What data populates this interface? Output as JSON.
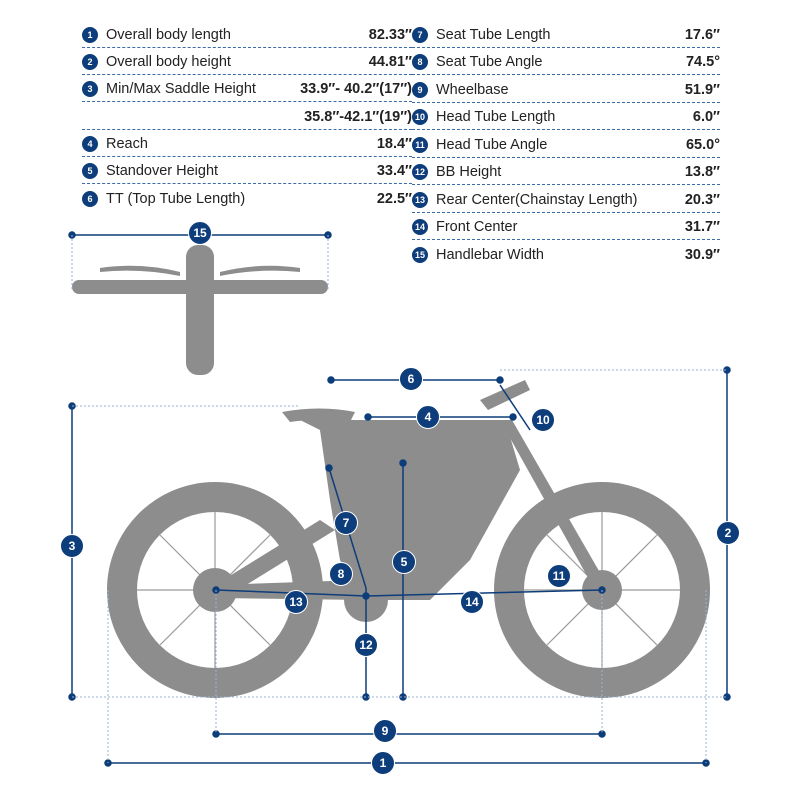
{
  "specs_left": [
    {
      "num": "1",
      "label": "Overall body length",
      "value": "82.33″"
    },
    {
      "num": "2",
      "label": "Overall body height",
      "value": "44.81″"
    },
    {
      "num": "3",
      "label": "Min/Max Saddle Height",
      "value": "33.9″- 40.2″(17″)"
    },
    {
      "num": "",
      "label": "",
      "value": "35.8″-42.1″(19″)"
    },
    {
      "num": "4",
      "label": "Reach",
      "value": "18.4″"
    },
    {
      "num": "5",
      "label": "Standover Height",
      "value": "33.4″"
    },
    {
      "num": "6",
      "label": "TT (Top Tube Length)",
      "value": "22.5″"
    }
  ],
  "specs_right": [
    {
      "num": "7",
      "label": "Seat Tube Length",
      "value": "17.6″"
    },
    {
      "num": "8",
      "label": "Seat Tube Angle",
      "value": "74.5°"
    },
    {
      "num": "9",
      "label": "Wheelbase",
      "value": "51.9″"
    },
    {
      "num": "10",
      "label": "Head Tube Length",
      "value": "6.0″"
    },
    {
      "num": "11",
      "label": "Head Tube Angle",
      "value": "65.0°"
    },
    {
      "num": "12",
      "label": "BB Height",
      "value": "13.8″"
    },
    {
      "num": "13",
      "label": "Rear Center(Chainstay Length)",
      "value": "20.3″"
    },
    {
      "num": "14",
      "label": "Front Center",
      "value": "31.7″"
    },
    {
      "num": "15",
      "label": "Handlebar Width",
      "value": "30.9″"
    }
  ],
  "markers": [
    "1",
    "2",
    "3",
    "4",
    "5",
    "6",
    "7",
    "8",
    "9",
    "10",
    "11",
    "12",
    "13",
    "14",
    "15"
  ],
  "colors": {
    "accent": "#0d3d7a",
    "bike": "#8a8a8a"
  }
}
